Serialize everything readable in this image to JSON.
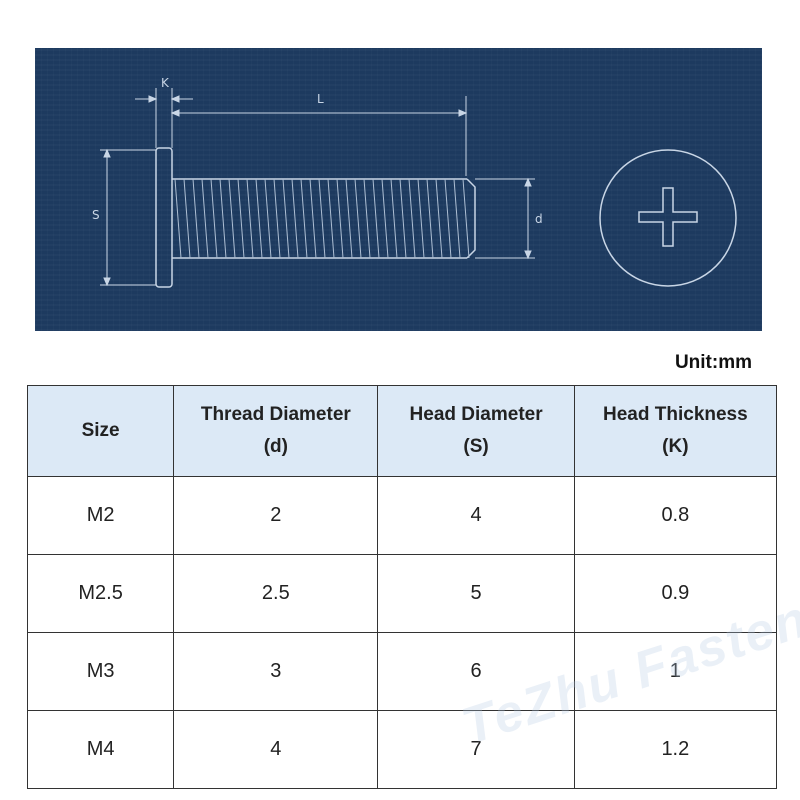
{
  "diagram": {
    "label_k": "K",
    "label_l": "L",
    "label_s": "S",
    "label_d": "d"
  },
  "unit": "Unit:mm",
  "table": {
    "headers": [
      {
        "line1": "Size",
        "line2": ""
      },
      {
        "line1": "Thread Diameter",
        "line2": "(d)"
      },
      {
        "line1": "Head Diameter",
        "line2": "(S)"
      },
      {
        "line1": "Head Thickness",
        "line2": "(K)"
      }
    ],
    "rows": [
      [
        "M2",
        "2",
        "4",
        "0.8"
      ],
      [
        "M2.5",
        "2.5",
        "5",
        "0.9"
      ],
      [
        "M3",
        "3",
        "6",
        "1"
      ],
      [
        "M4",
        "4",
        "7",
        "1.2"
      ]
    ]
  },
  "watermark": "TeZhu Fasten",
  "colors": {
    "panel_bg": "#1d3a5f",
    "header_bg": "#dce9f6",
    "line": "#c9d6e6"
  }
}
